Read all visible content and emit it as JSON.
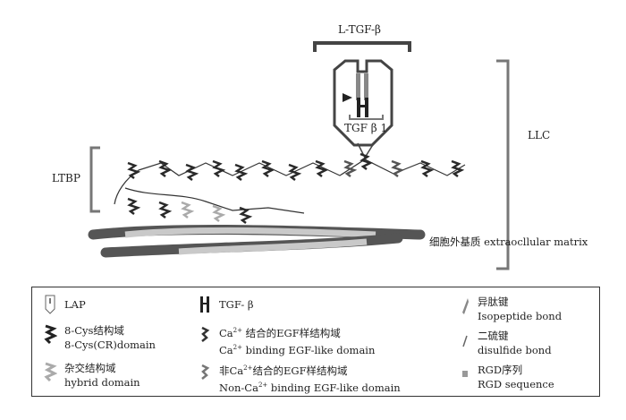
{
  "labels": {
    "l_tgf_beta": "L-TGF-β",
    "tgf_beta1": "TGF β 1",
    "llc": "LLC",
    "ltbp": "LTBP",
    "matrix": "细胞外基质 extraocllular matrix"
  },
  "legend": {
    "lap": {
      "label": "LAP"
    },
    "tgf_beta": {
      "label": "TGF- β"
    },
    "isopeptide": {
      "zh": "异肽键",
      "en": "Isopeptide bond"
    },
    "cys8": {
      "zh": "8-Cys结构域",
      "en": "8-Cys(CR)domain"
    },
    "ca_egf": {
      "zh_pre": "Ca",
      "sup": "2+",
      "zh": " 结合的EGF样结构域",
      "en_pre": "Ca",
      "en": " binding EGF-like domain"
    },
    "disulfide": {
      "zh": "二硫键",
      "en": "disulfide bond"
    },
    "hybrid": {
      "zh": "杂交结构域",
      "en": "hybrid domain"
    },
    "nonca_egf": {
      "zh_pre": "非Ca",
      "sup": "2+",
      "zh": "结合的EGF样结构域",
      "en_pre": "Non-Ca",
      "en": " binding EGF-like domain"
    },
    "rgd": {
      "zh": "RGD序列",
      "en": "RGD sequence"
    }
  },
  "colors": {
    "dark": "#2a2a2a",
    "grey": "#9a9a9a",
    "fiber_light": "#c9c9c9",
    "fiber_dark": "#555555"
  }
}
